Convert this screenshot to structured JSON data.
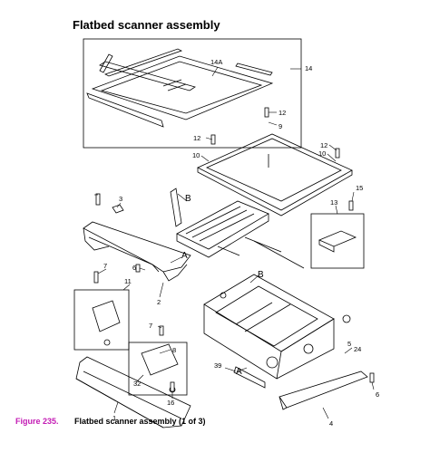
{
  "page": {
    "heading": "Flatbed scanner assembly",
    "figure_label": "Figure 235.",
    "figure_title": "Flatbed scanner assembly (1 of 3)"
  },
  "callouts": {
    "c14a": "14A",
    "c14": "14",
    "c12a": "12",
    "c9": "9",
    "c12b": "12",
    "c10a": "10",
    "c12c": "12",
    "c10b": "10",
    "c15": "15",
    "c13": "13",
    "c3": "3",
    "cB1": "B",
    "cA1": "A",
    "c6a": "6",
    "c2": "2",
    "c7a": "7",
    "c11": "11",
    "cB2": "B",
    "c5": "5",
    "c7b": "7",
    "c8": "8",
    "c39": "39",
    "cA2": "A",
    "c32": "32",
    "c16": "16",
    "c1": "1",
    "c24": "24",
    "c6b": "6",
    "c4": "4"
  }
}
